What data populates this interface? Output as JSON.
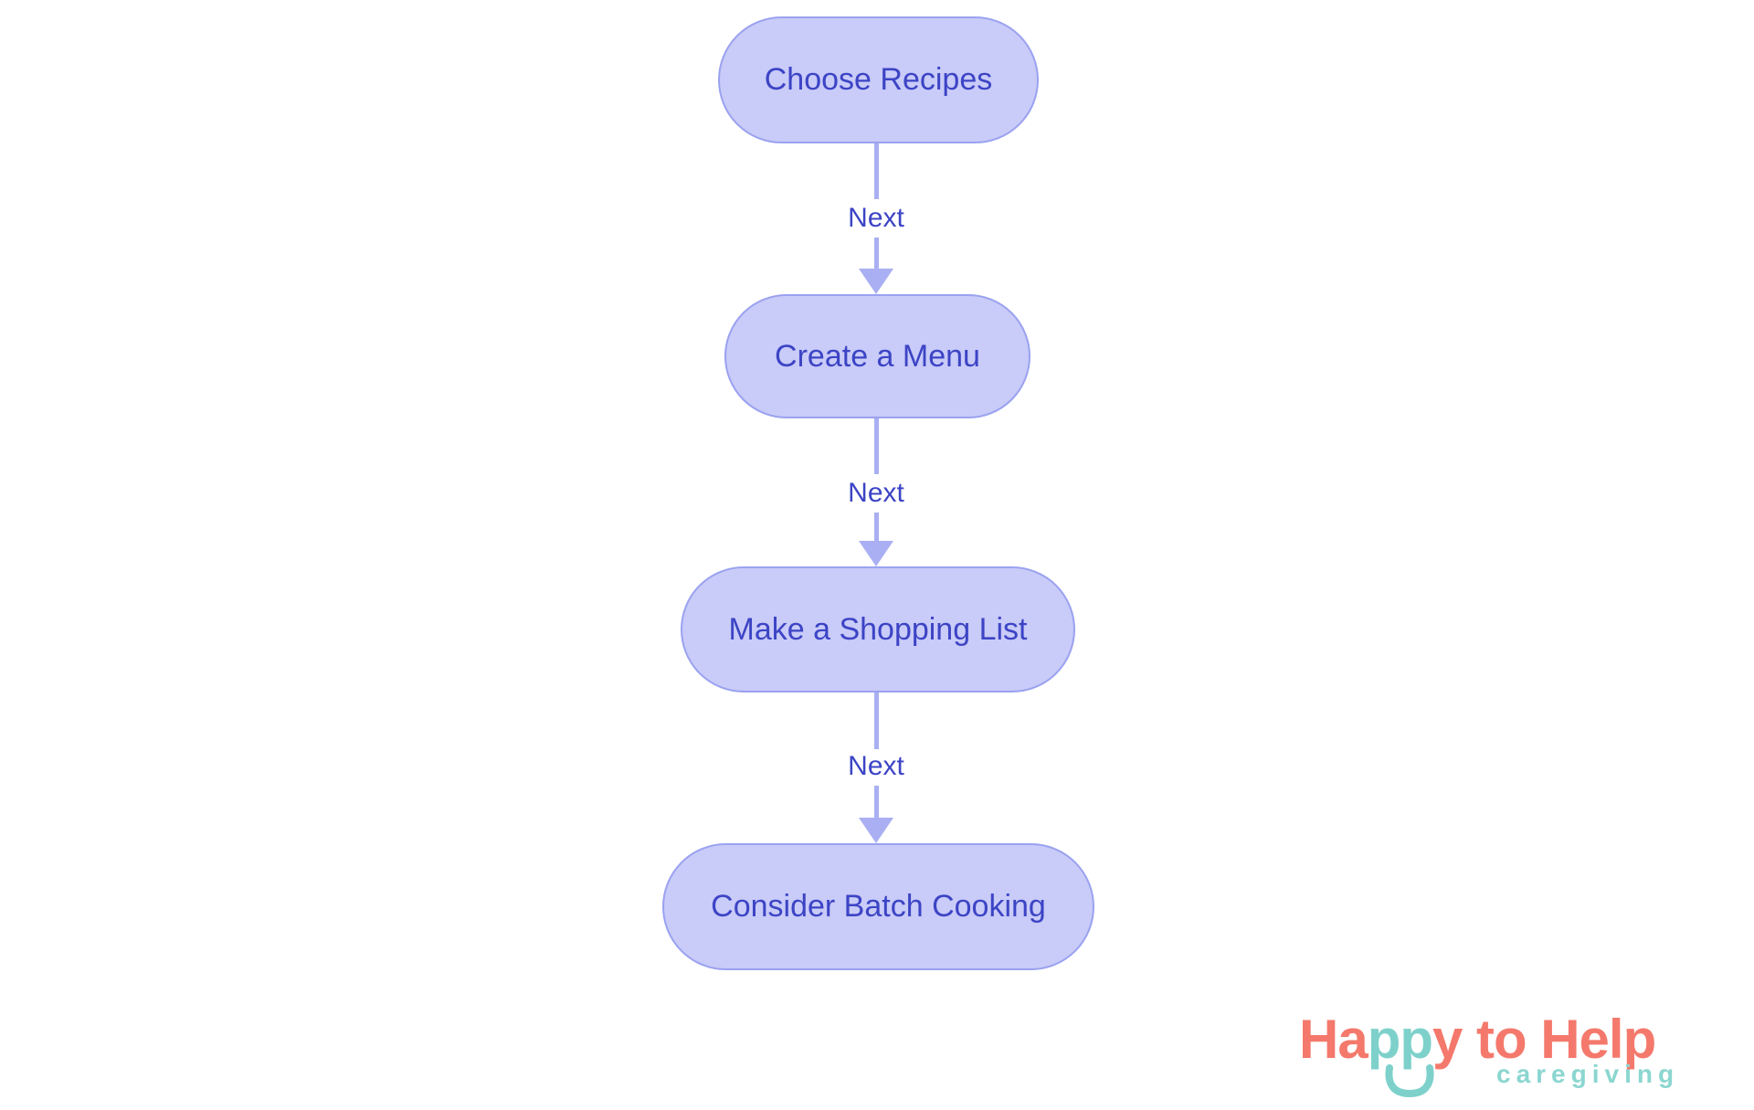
{
  "diagram": {
    "nodes": [
      {
        "id": "n1",
        "label": "Choose Recipes"
      },
      {
        "id": "n2",
        "label": "Create a Menu"
      },
      {
        "id": "n3",
        "label": "Make a Shopping List"
      },
      {
        "id": "n4",
        "label": "Consider Batch Cooking"
      }
    ],
    "edges": [
      {
        "from": "n1",
        "to": "n2",
        "label": "Next"
      },
      {
        "from": "n2",
        "to": "n3",
        "label": "Next"
      },
      {
        "from": "n3",
        "to": "n4",
        "label": "Next"
      }
    ],
    "colors": {
      "node_fill": "#c9cbf8",
      "node_border": "#9aa2f0",
      "node_text": "#3c44c5",
      "edge_line": "#a9aff2",
      "edge_text": "#3c44c5"
    }
  },
  "logo": {
    "word1_part1": "Ha",
    "word1_part2": "pp",
    "word1_part3": "y",
    "word2": "to",
    "word3": "Help",
    "subtext": "caregiving",
    "colors": {
      "coral": "#f4796c",
      "teal": "#7ed1cb",
      "teal_light": "#8bd6d0"
    }
  }
}
